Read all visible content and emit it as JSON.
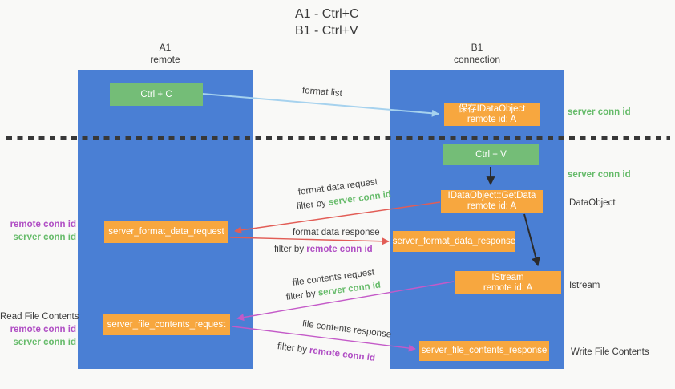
{
  "title": {
    "line1": "A1 - Ctrl+C",
    "line2": "B1 - Ctrl+V"
  },
  "columns": {
    "a": {
      "name": "A1",
      "role": "remote"
    },
    "b": {
      "name": "B1",
      "role": "connection"
    }
  },
  "boxes": {
    "ctrl_c": {
      "label": "Ctrl + C"
    },
    "ctrl_v": {
      "label": "Ctrl + V"
    },
    "save_idataobject": {
      "line1": "保存IDataObject",
      "line2": "remote id: A"
    },
    "getdata": {
      "line1": "IDataObject::GetData",
      "line2": "remote id: A"
    },
    "istream": {
      "line1": "IStream",
      "line2": "remote id: A"
    },
    "server_format_data_request": {
      "label": "server_format_data_request"
    },
    "server_format_data_response": {
      "label": "server_format_data_response"
    },
    "server_file_contents_request": {
      "label": "server_file_contents_request"
    },
    "server_file_contents_response": {
      "label": "server_file_contents_response"
    }
  },
  "arrow_labels": {
    "format_list": "format list",
    "format_data_request": "format data request",
    "format_data_response": "format data response",
    "file_contents_request": "file contents request",
    "file_contents_response": "file contents response",
    "filter_by": "filter by ",
    "server_conn_id": "server conn id",
    "remote_conn_id": "remote conn id"
  },
  "side_labels": {
    "left_remote_conn_id": "remote conn id",
    "left_server_conn_id": "server conn id",
    "read_file_contents": "Read File Contents",
    "left2_remote_conn_id": "remote conn id",
    "left2_server_conn_id": "server conn id",
    "right_server_conn_id_top": "server conn id",
    "right_server_conn_id_mid": "server conn id",
    "dataobject": "DataObject",
    "istream": "Istream",
    "write_file_contents": "Write File Contents"
  },
  "colors": {
    "column_blue": "#4a7fd4",
    "box_green": "#74bd77",
    "box_orange": "#f7a73f",
    "arrow_blue": "#a6d2ee",
    "arrow_black": "#2b2b2b",
    "arrow_red": "#e25d56",
    "arrow_magenta": "#c45ac8",
    "text_green": "#66bb6a",
    "text_purple": "#b04ec4"
  }
}
